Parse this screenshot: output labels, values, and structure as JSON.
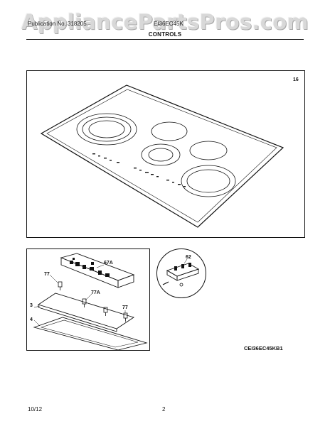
{
  "watermark": "AppliancePartsPros.com",
  "header": {
    "left_text": "Publication No. 318205",
    "model_text": "EI36EC45K"
  },
  "section_title": "CONTROLS",
  "callouts": {
    "cooktop": "16",
    "control_board": "67A",
    "screw_a": "77",
    "screw_b": "77A",
    "screw_c": "77",
    "bracket": "3",
    "box": "4",
    "inset_part": "62"
  },
  "diagram_code": "CEI36EC45KB1",
  "footer": {
    "date": "10/12",
    "page": "2"
  }
}
